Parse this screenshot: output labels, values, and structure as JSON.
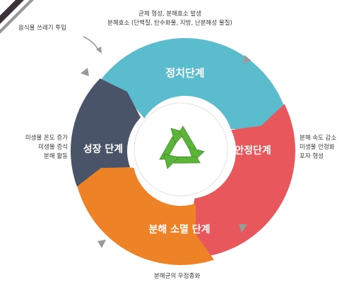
{
  "input_note": "음식물 쓰레기 투입",
  "stages": [
    {
      "label": "정치단계",
      "color": "#5bbccd",
      "notes": [
        "균체 형성, 분해효소 발생",
        "분해효소 (단백질, 탄수화물, 지방, 난분해성 물질)"
      ]
    },
    {
      "label": "안정단계",
      "color": "#e8575b",
      "notes": [
        "분해 속도 감소",
        "미생물 안정화",
        "포자 형성"
      ]
    },
    {
      "label": "분해 소멸 단계",
      "color": "#ee8226",
      "notes": [
        "분해균의 우점종화"
      ]
    },
    {
      "label": "성장 단계",
      "color": "#4a5468",
      "notes": [
        "미생물 온도 증가",
        "미생물 증식",
        "분해 활동"
      ]
    }
  ],
  "center_icon": "recycle-icon",
  "center_icon_color": "#5cb53a",
  "accent_stripe_color": "#3a3338"
}
